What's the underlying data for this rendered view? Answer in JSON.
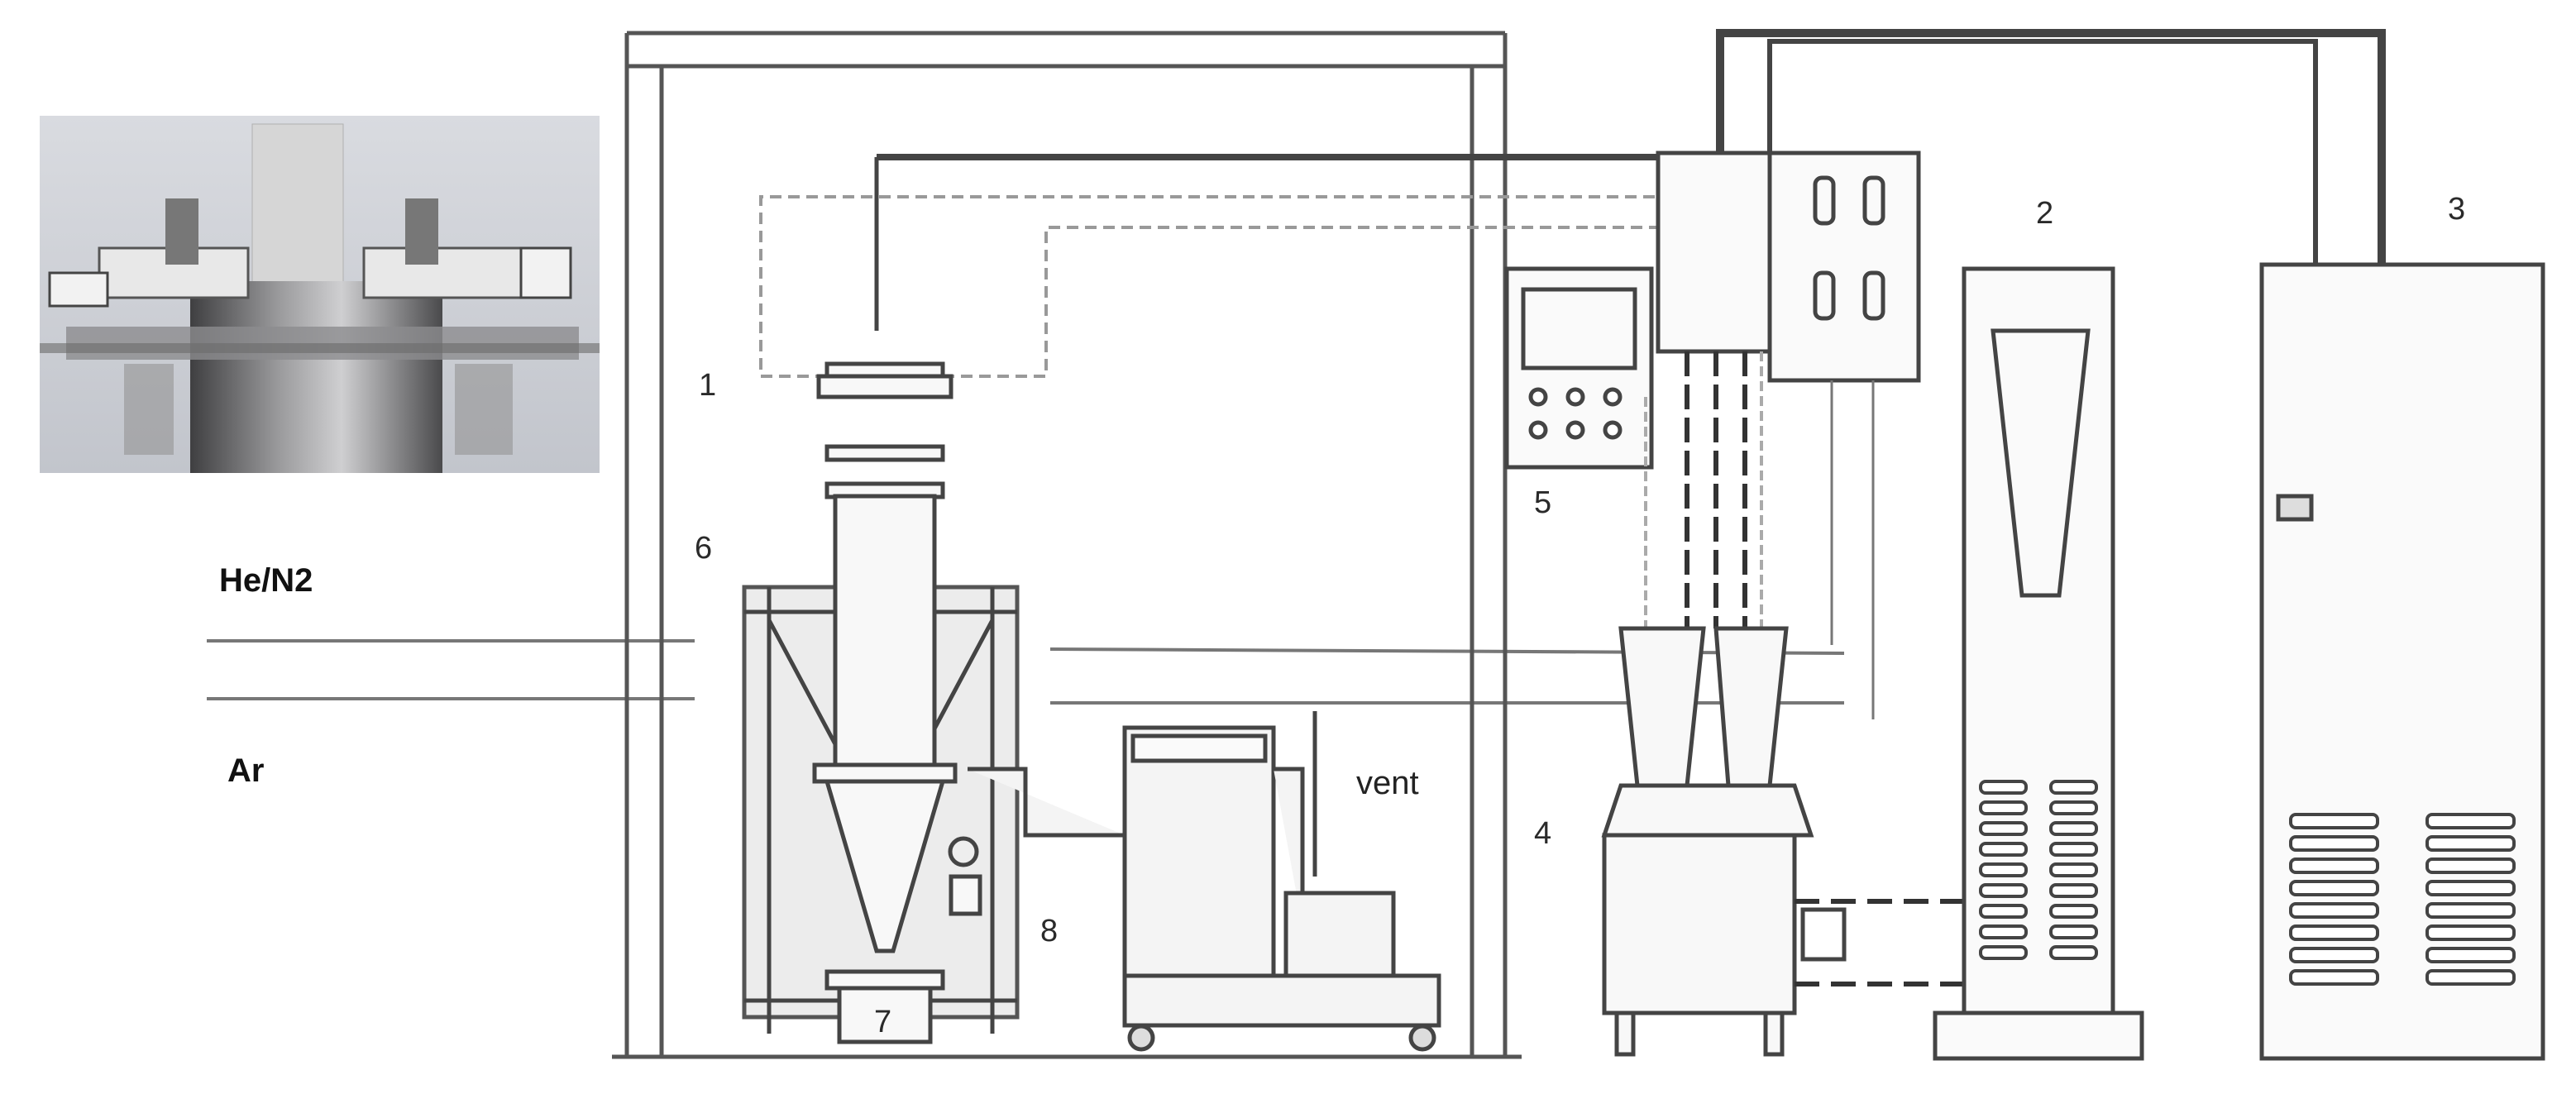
{
  "labels": {
    "gas_top": "He/N2",
    "gas_bottom": "Ar",
    "vent": "vent",
    "n1": "1",
    "n2": "2",
    "n3": "3",
    "n4": "4",
    "n5": "5",
    "n6": "6",
    "n7": "7",
    "n8": "8"
  },
  "inset_colors": {
    "background": "#c9ccd3",
    "metal_dark": "#5a5a5c",
    "metal_light": "#d7d7d7"
  }
}
